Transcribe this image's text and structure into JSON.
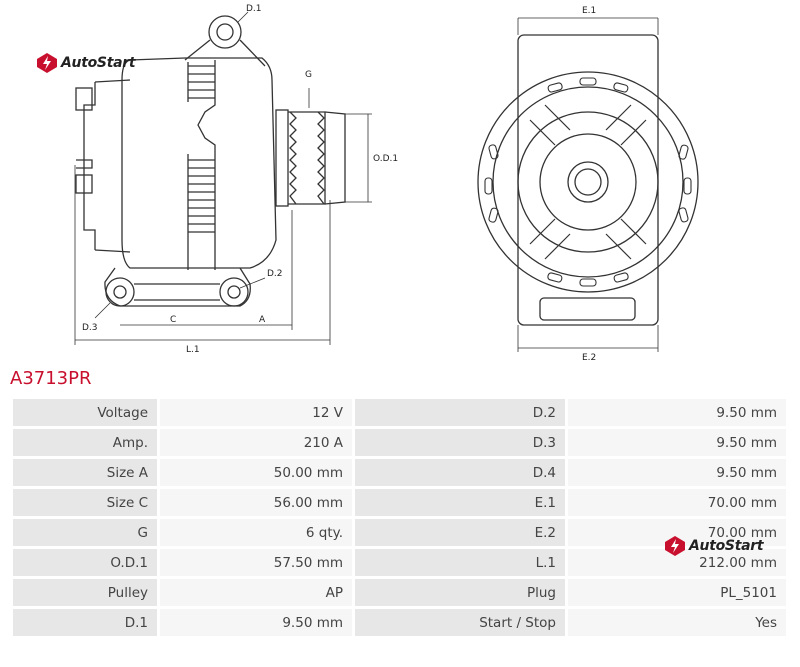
{
  "brand": {
    "name": "AutoStart",
    "color": "#c8102e"
  },
  "drawing": {
    "labels": {
      "d1": "D.1",
      "g": "G",
      "od1": "O.D.1",
      "d2": "D.2",
      "d3": "D.3",
      "c": "C",
      "a": "A",
      "l1": "L.1",
      "e1": "E.1",
      "e2": "E.2"
    }
  },
  "part_number": "A3713PR",
  "specs": {
    "rows": [
      {
        "left_label": "Voltage",
        "left_value": "12 V",
        "right_label": "D.2",
        "right_value": "9.50 mm"
      },
      {
        "left_label": "Amp.",
        "left_value": "210 A",
        "right_label": "D.3",
        "right_value": "9.50 mm"
      },
      {
        "left_label": "Size A",
        "left_value": "50.00 mm",
        "right_label": "D.4",
        "right_value": "9.50 mm"
      },
      {
        "left_label": "Size C",
        "left_value": "56.00 mm",
        "right_label": "E.1",
        "right_value": "70.00 mm"
      },
      {
        "left_label": "G",
        "left_value": "6 qty.",
        "right_label": "E.2",
        "right_value": "70.00 mm"
      },
      {
        "left_label": "O.D.1",
        "left_value": "57.50 mm",
        "right_label": "L.1",
        "right_value": "212.00 mm"
      },
      {
        "left_label": "Pulley",
        "left_value": "AP",
        "right_label": "Plug",
        "right_value": "PL_5101"
      },
      {
        "left_label": "D.1",
        "left_value": "9.50 mm",
        "right_label": "Start / Stop",
        "right_value": "Yes"
      }
    ]
  }
}
